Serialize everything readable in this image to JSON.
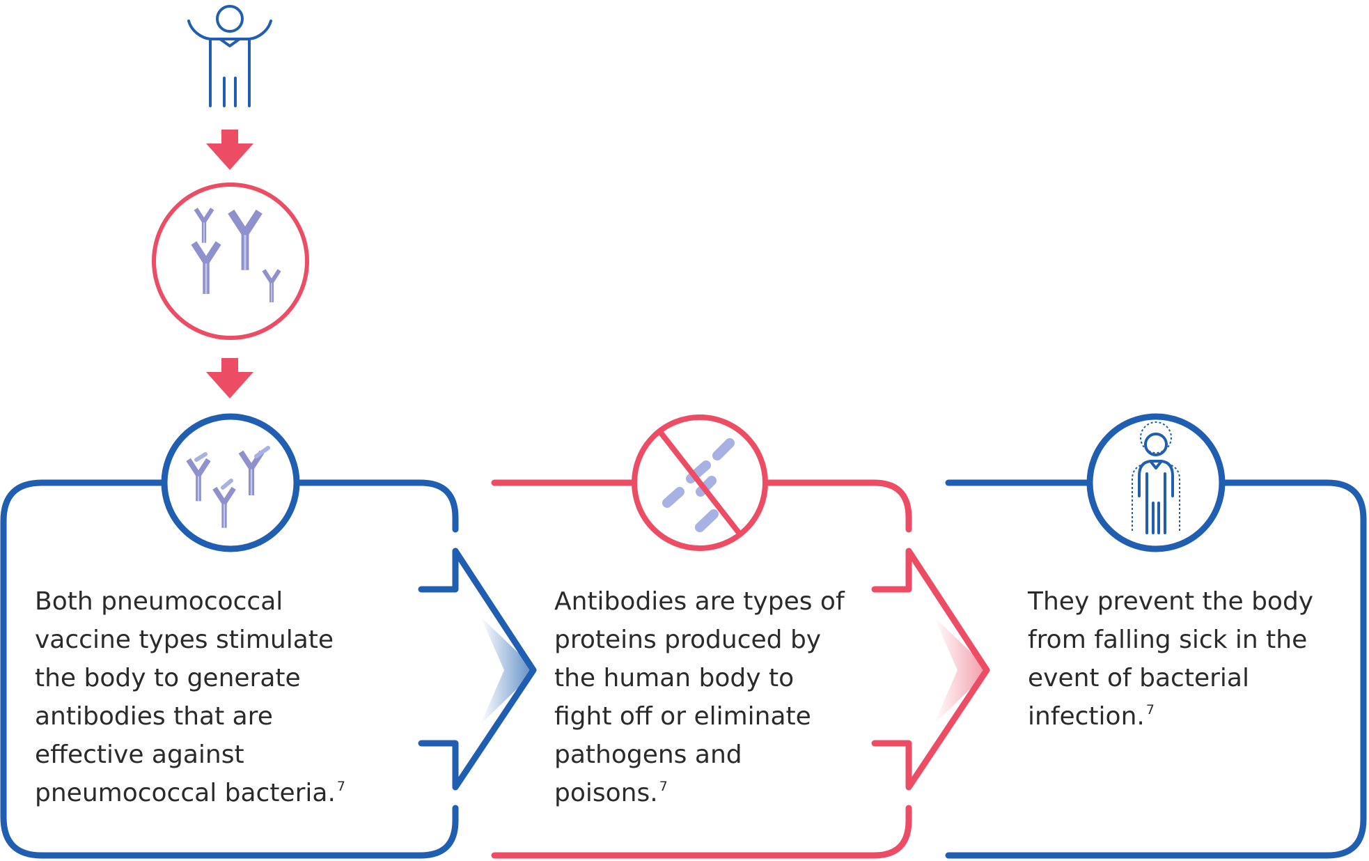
{
  "colors": {
    "blue": "#1f5eb0",
    "red": "#ec4d64",
    "antibody": "#8e91cc",
    "bacteria": "#a7b1e3",
    "text": "#2a2a2a"
  },
  "steps": [
    {
      "lines": [
        "Both pneumococcal",
        "vaccine types stimulate",
        "the body to generate",
        "antibodies that are",
        "effective against",
        "pneumococcal bacteria."
      ],
      "ref": "7"
    },
    {
      "lines": [
        "Antibodies are types of",
        "proteins produced by",
        "the human body to",
        "fight off or eliminate",
        "pathogens and",
        "poisons."
      ],
      "ref": "7"
    },
    {
      "lines": [
        "They prevent the body",
        "from falling sick in the",
        "event of bacterial",
        "infection."
      ],
      "ref": "7"
    }
  ],
  "icons": [
    "person-arms-raised-icon",
    "down-arrow-icon",
    "antibodies-icon",
    "antibodies-binding-bacteria-icon",
    "no-bacteria-icon",
    "protected-person-icon",
    "chevron-right-arrow-icon"
  ]
}
